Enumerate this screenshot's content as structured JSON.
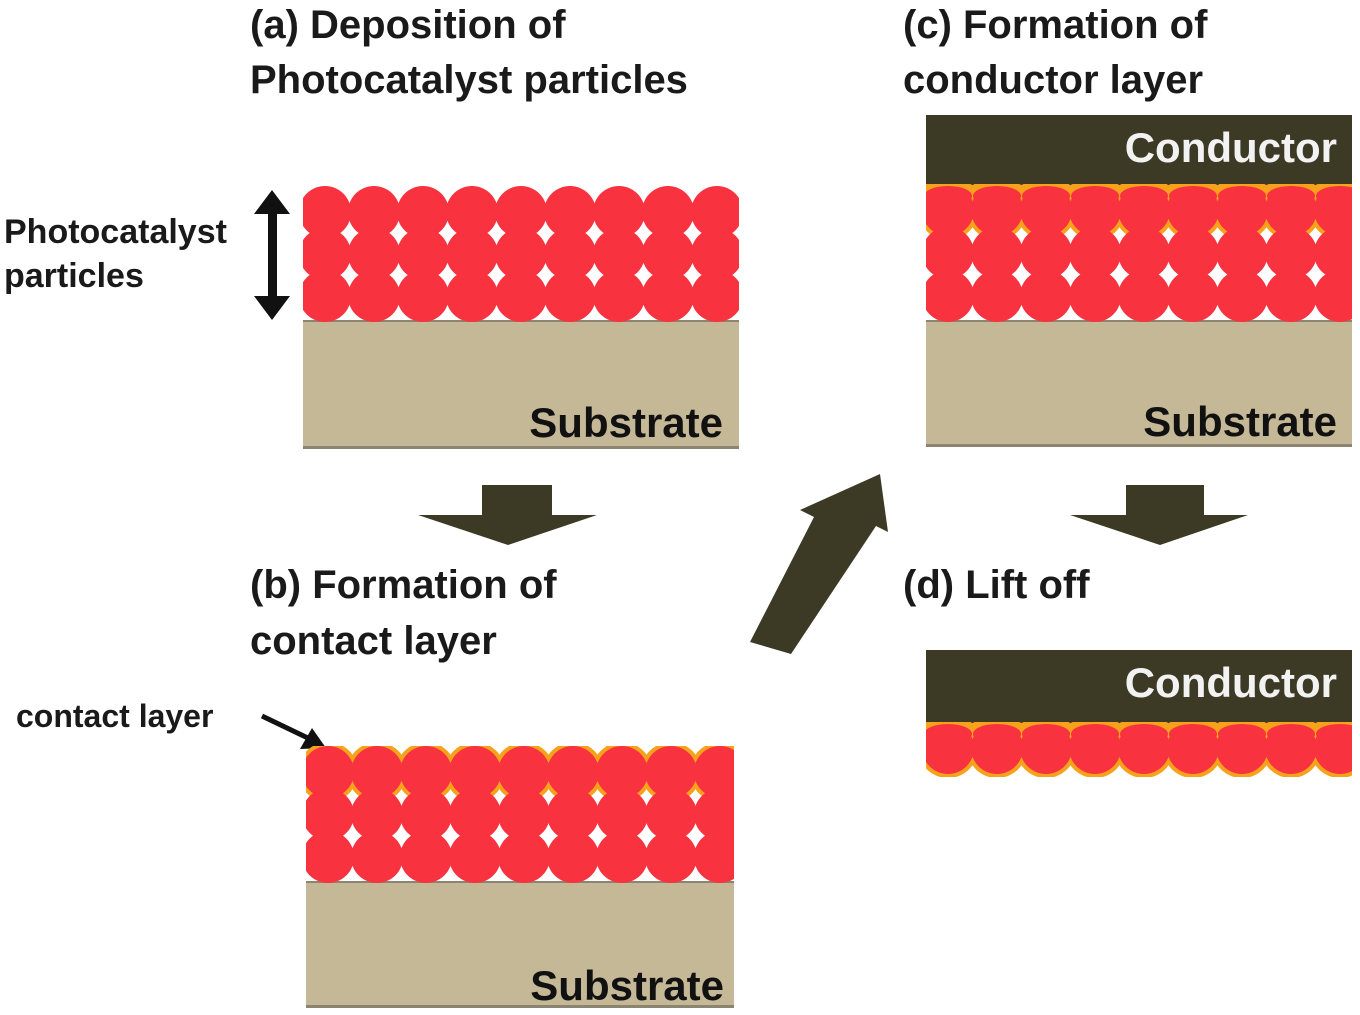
{
  "panels": {
    "a": {
      "title_line1": "(a) Deposition of",
      "title_line2": "Photocatalyst particles",
      "side_label_line1": "Photocatalyst",
      "side_label_line2": "particles",
      "substrate_label": "Substrate"
    },
    "b": {
      "title_line1": "(b) Formation of",
      "title_line2": "contact layer",
      "side_label": "contact layer",
      "substrate_label": "Substrate"
    },
    "c": {
      "title_line1": "(c) Formation of",
      "title_line2": "conductor layer",
      "conductor_label": "Conductor",
      "substrate_label": "Substrate"
    },
    "d": {
      "title_line1": "(d) Lift off",
      "conductor_label": "Conductor"
    }
  },
  "colors": {
    "particle": "#f8323f",
    "contact_layer": "#f8a21c",
    "substrate": "#c4b896",
    "conductor": "#3c3a24",
    "arrow": "#3c3a24",
    "text": "#1a1a1a"
  }
}
